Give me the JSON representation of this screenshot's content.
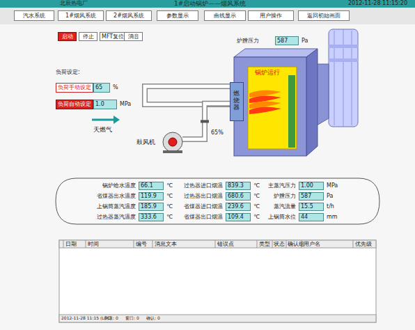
{
  "diagram": {
    "title": "1#启动锅炉——烟风系统",
    "nodes": [
      {
        "text": [
          "锅炉运行"
        ]
      },
      {
        "text": [
          "燃烧器"
        ],
        "in": 0
      },
      {
        "text": [
          "鼓风机"
        ]
      }
    ],
    "edges": [
      {
        "from": 2,
        "to": 1,
        "arrow": "none",
        "label": "65%"
      }
    ],
    "labels": [
      "北辰热电厂",
      "2012-11-28 11:15:20",
      "汽水系统",
      "1#烟风系统",
      "2#烟风系统",
      "参数显示",
      "曲线显示",
      "用户操作",
      "返回初始画面",
      "启动",
      "停止",
      "MFT复位",
      "消音",
      "炉膛压力",
      "587",
      "Pa",
      "负荷设定:",
      "负荷手动设定",
      "65",
      "%",
      "负荷自动设定",
      "1.0",
      "MPa",
      "天燃气",
      "锅炉给水温度",
      "66.1",
      "℃",
      "过热器进口烟温",
      "839.3",
      "℃",
      "主蒸汽压力",
      "1.00",
      "MPa",
      "省煤器出水温度",
      "119.9",
      "℃",
      "过热器出口烟温",
      "680.6",
      "℃",
      "炉膛压力",
      "587",
      "Pa",
      "上锅筒蒸汽温度",
      "185.9",
      "℃",
      "省煤器进口烟温",
      "239.6",
      "℃",
      "蒸汽流量",
      "15.5",
      "t/h",
      "过热器蒸汽温度",
      "333.6",
      "℃",
      "省煤器出口烟温",
      "109.4",
      "℃",
      "上锅筒水位",
      "44",
      "mm",
      "日期",
      "时间",
      "编号",
      "消息文本",
      "错误点",
      "类型",
      "状态",
      "确认组",
      "用户名",
      "优先级",
      "2012-11-28 11:15 (LOC)",
      "列表: 0",
      "窗口: 0",
      "确认: 0"
    ]
  }
}
